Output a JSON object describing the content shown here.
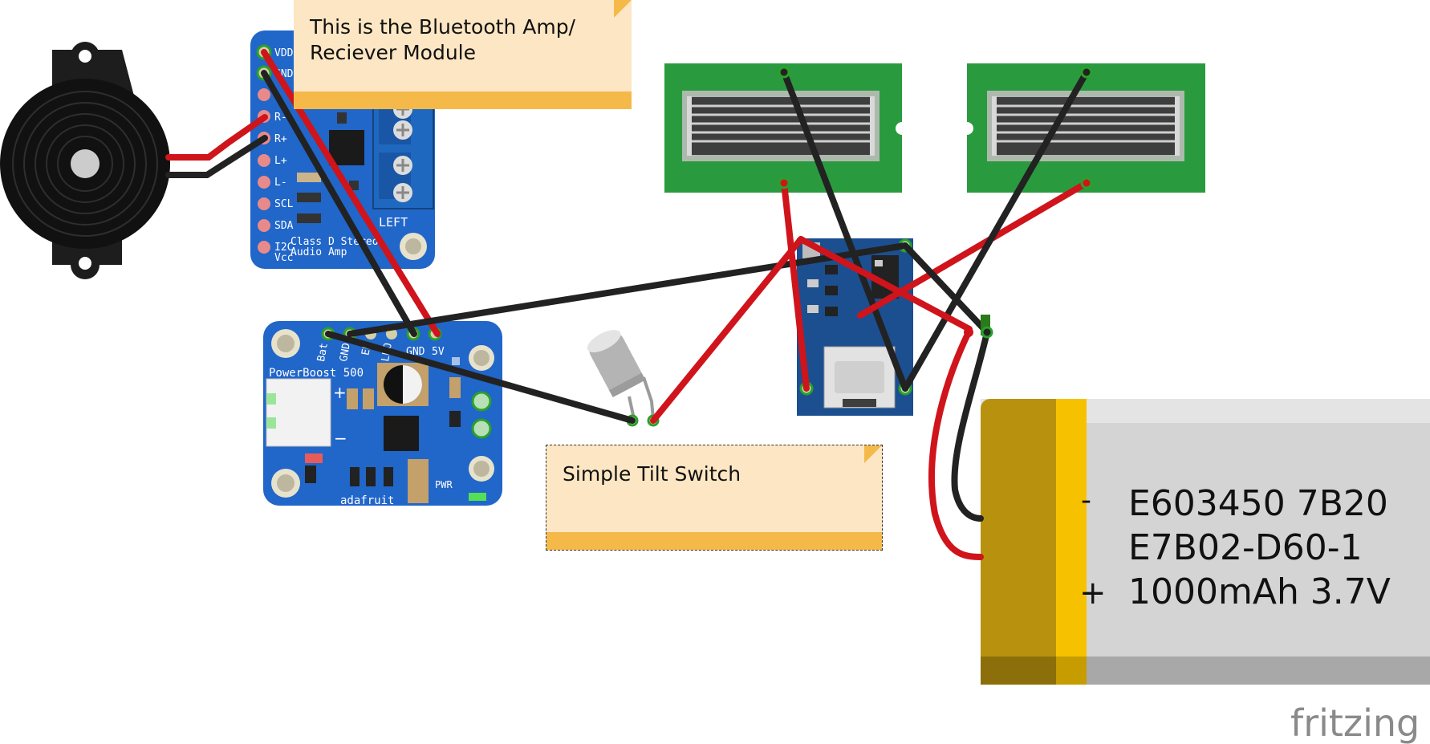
{
  "notes": {
    "bluetooth": "This is the Bluetooth Amp/\nReciever Module",
    "tilt": "Simple Tilt Switch"
  },
  "amp_board": {
    "pins": [
      "VDD",
      "GND",
      "R-",
      "R+",
      "L+",
      "L-",
      "SCL",
      "SDA",
      "I2C\nVcc"
    ],
    "terminal_label": "LEFT",
    "title": "Class D Stereo\nAudio Amp"
  },
  "powerboost": {
    "name": "PowerBoost 500",
    "pins": [
      "Bat",
      "GND",
      "EN",
      "LBO",
      "GND",
      "5V"
    ],
    "brand": "adafruit",
    "pwr_label": "PWR"
  },
  "battery": {
    "line1": "E603450 7B20",
    "line2": "E7B02-D60-1",
    "line3": "1000mAh 3.7V",
    "minus_symbol": "-",
    "plus_symbol": "+"
  },
  "logo": "fritzing",
  "colors": {
    "wire_red": "#d0141b",
    "wire_black": "#222222",
    "pcb_blue": "#2166c9",
    "pcb_dark_blue": "#1c4f8f",
    "solar_green": "#2a9a3e",
    "battery_yellow": "#f6c200",
    "battery_gray": "#d6d6d6",
    "note_fill": "#fde6c3",
    "note_bar": "#f5b94a"
  }
}
